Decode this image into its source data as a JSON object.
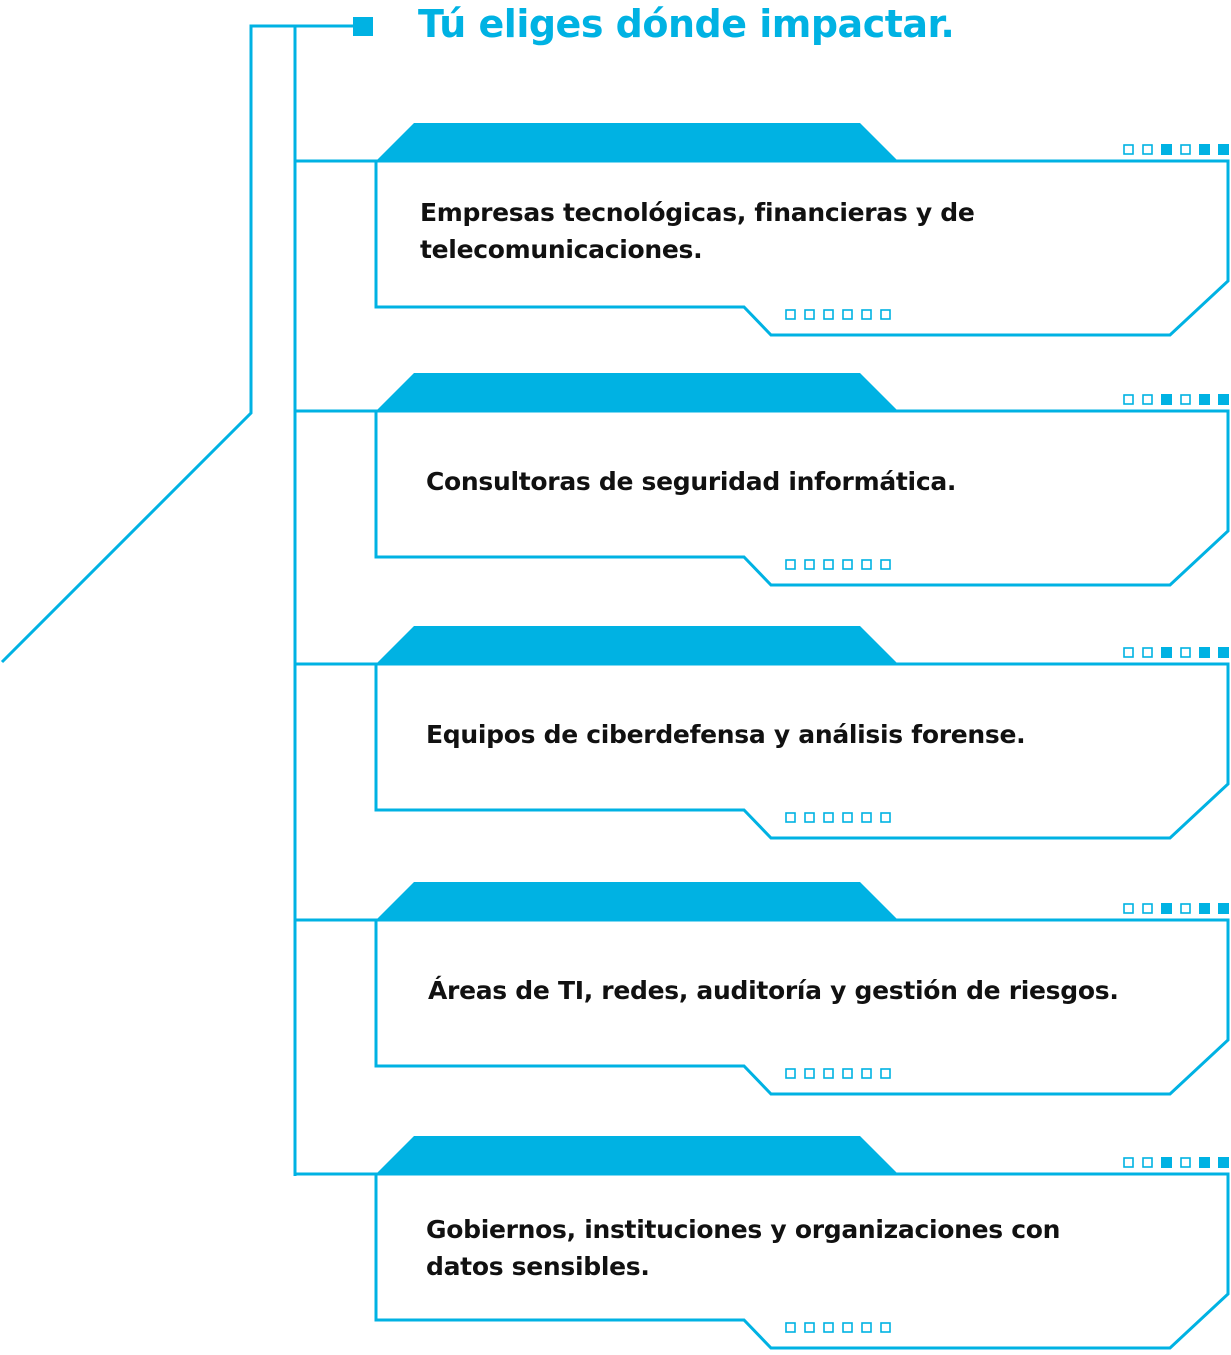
{
  "title": "Tú eliges dónde impactar.",
  "items": [
    {
      "label": "Empresas tecnológicas, financieras y de telecomunicaciones."
    },
    {
      "label": "Consultoras de seguridad informática."
    },
    {
      "label": "Equipos de ciberdefensa y análisis forense."
    },
    {
      "label": "Áreas de TI, redes, auditoría y gestión de riesgos."
    },
    {
      "label": "Gobiernos, instituciones y organizaciones con datos sensibles."
    }
  ],
  "colors": {
    "accent": "#00b2e3",
    "text": "#111111",
    "background": "#ffffff"
  },
  "icons": {
    "title_marker": "square-bullet-icon",
    "card_dots": "square-dots-icon"
  }
}
